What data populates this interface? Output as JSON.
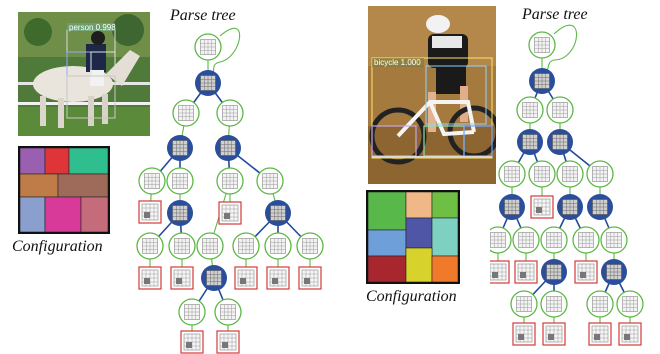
{
  "left": {
    "title": "Parse tree",
    "caption": "Configuration",
    "detection_label": "person 0.998",
    "config_colors": [
      "#9b5fb2",
      "#e03538",
      "#2fbf8f",
      "#c07c48",
      "#9e6a5a",
      "#8b9fcf",
      "#d83a9a",
      "#c46c7a"
    ]
  },
  "right": {
    "title": "Parse tree",
    "caption": "Configuration",
    "detection_label": "bicycle 1.000",
    "config_colors": [
      "#58b84a",
      "#f0b887",
      "#6fbf45",
      "#6f9fd8",
      "#5056a6",
      "#7ed1c1",
      "#a8262e",
      "#d8d32c",
      "#f07a2a"
    ]
  },
  "colors": {
    "node_blue": "#2a4e9c",
    "edge_green": "#5cb845",
    "leaf_red": "#d23a3a",
    "edge_blue": "#24499a"
  }
}
